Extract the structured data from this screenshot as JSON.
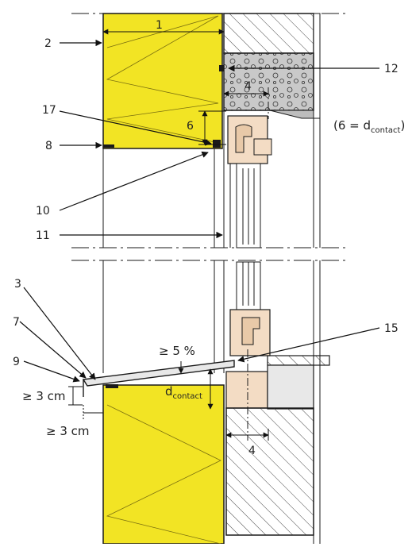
{
  "colors": {
    "insulation": "#f2e424",
    "wood": "#f3dcc4",
    "concrete": "#c9c9c9",
    "masonry": "#e8e8e8",
    "line": "#1a1a1a"
  },
  "callouts": {
    "c1": "1",
    "c2": "2",
    "c3": "3",
    "c4a": "4",
    "c4b": "4",
    "c6": "6",
    "c7": "7",
    "c8": "8",
    "c9": "9",
    "c10": "10",
    "c11": "11",
    "c12": "12",
    "c15": "15",
    "c17": "17"
  },
  "dims": {
    "slope": "≥ 5 %",
    "drip_h": "≥ 3 cm",
    "drip_v": "≥ 3 cm",
    "d_main": "d",
    "d_sub": "contact",
    "eq_open": "(6 = d",
    "eq_sub": "contact",
    "eq_close": ")"
  }
}
